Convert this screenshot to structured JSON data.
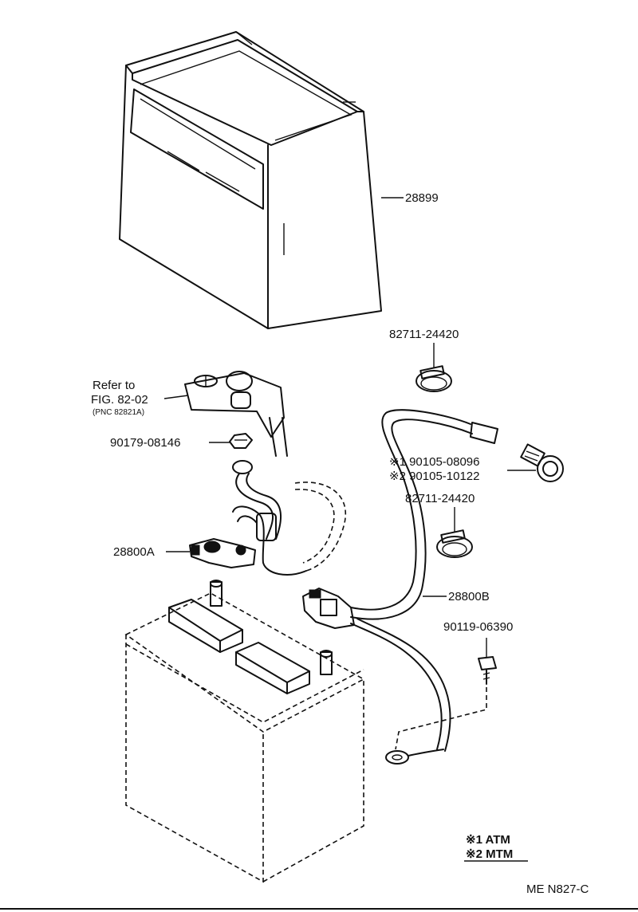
{
  "parts": {
    "tray": "28899",
    "clamp_top": "82711-24420",
    "refer_line1": "Refer to",
    "refer_line2": "FIG. 82-02",
    "refer_pnc": "(PNC 82821A)",
    "nut": "90179-08146",
    "bolt_line1": "※1  90105-08096",
    "bolt_line2": "※2  90105-10122",
    "clamp_mid": "82711-24420",
    "terminal_a": "28800A",
    "cable_b": "28800B",
    "ground_bolt": "90119-06390"
  },
  "legend": {
    "note1": "※1 ATM",
    "note2": "※2 MTM"
  },
  "figure_code": "ME N827-C"
}
